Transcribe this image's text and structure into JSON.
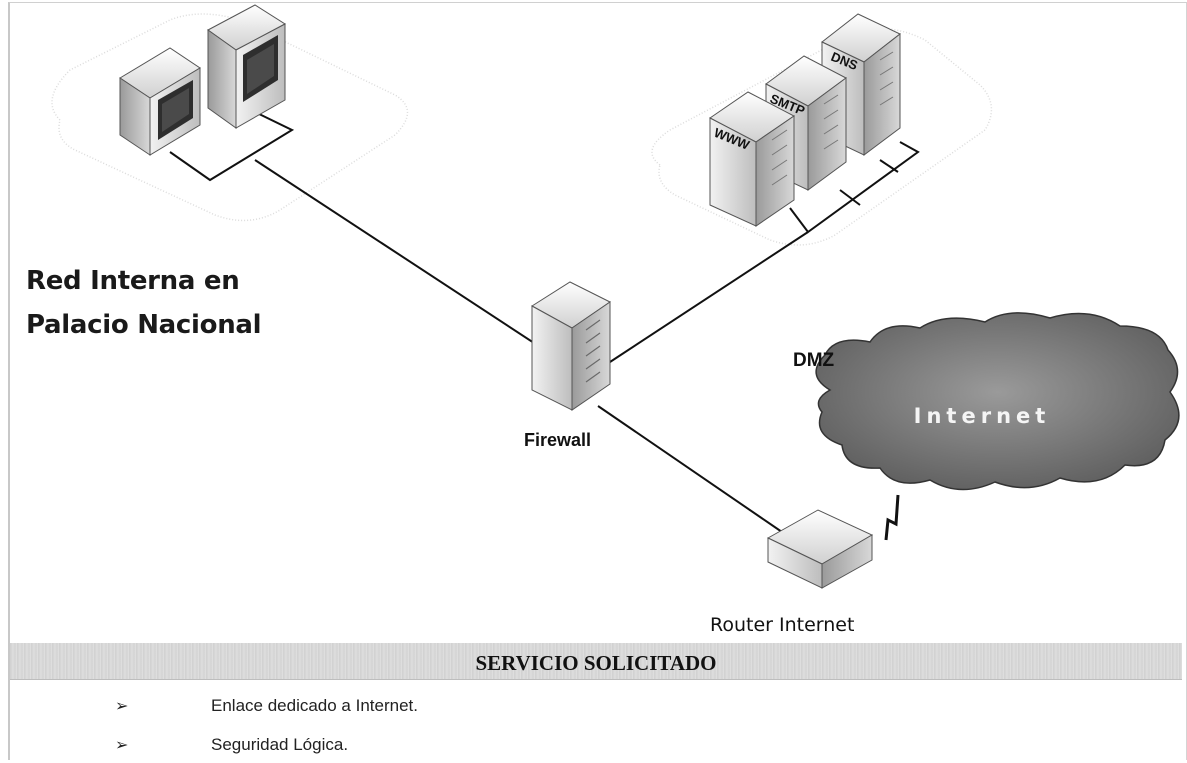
{
  "diagram": {
    "internal_network_label": [
      "Red Interna en",
      "Palacio Nacional"
    ],
    "dmz_label": "DMZ",
    "firewall_label": "Firewall",
    "router_label": "Router Internet",
    "cloud_label": "Internet",
    "servers": [
      "WWW",
      "SMTP",
      "DNS"
    ]
  },
  "section": {
    "title": "SERVICIO SOLICITADO"
  },
  "services": [
    {
      "bullet": "➢",
      "text": "Enlace dedicado a Internet."
    },
    {
      "bullet": "➢",
      "text": "Seguridad Lógica."
    }
  ]
}
